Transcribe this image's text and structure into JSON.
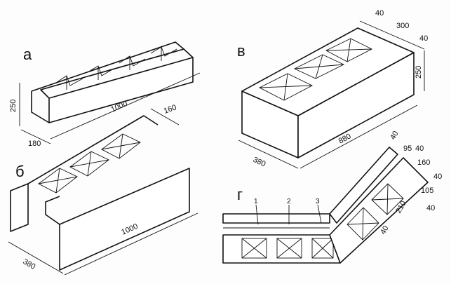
{
  "panels": {
    "a": {
      "letter": "а",
      "dims": {
        "height": "250",
        "length": "1000",
        "width": "180"
      }
    },
    "b": {
      "letter": "б",
      "dims": {
        "width": "380",
        "length": "1000",
        "web": "160"
      }
    },
    "v": {
      "letter": "в",
      "dims": {
        "wall": "40",
        "cavity": "300",
        "wall2": "40",
        "height": "250",
        "length": "880",
        "width": "380"
      }
    },
    "g": {
      "letter": "г",
      "dims": {
        "d40a": "40",
        "d95": "95",
        "d40b": "40",
        "d160": "160",
        "d40c": "40",
        "d105": "105",
        "d210": "210",
        "d40d": "40",
        "d40e": "40"
      },
      "callouts": [
        "1",
        "2",
        "3"
      ]
    }
  }
}
